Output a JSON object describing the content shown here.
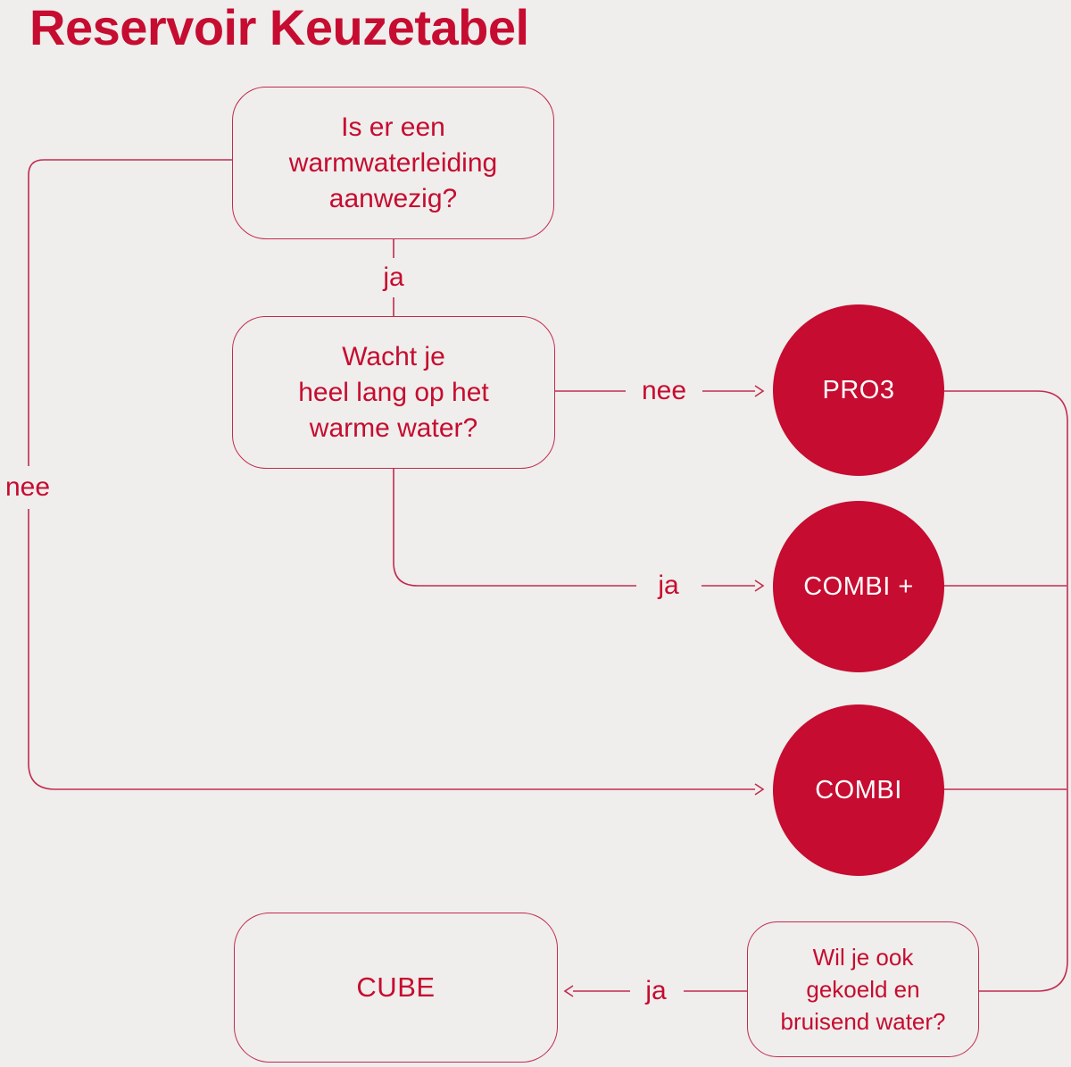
{
  "title": "Reservoir Keuzetabel",
  "colors": {
    "accent": "#C60C30",
    "line": "#C22B50",
    "background": "#EFEEEC",
    "circle_text": "#FFFFFF"
  },
  "nodes": {
    "q_warmwater": {
      "text": "Is er een\nwarmwaterleiding\naanwezig?"
    },
    "q_wachttijd": {
      "text": "Wacht je\nheel lang op het\nwarme water?"
    },
    "q_gekoeld": {
      "text": "Wil je ook\ngekoeld en\nbruisend water?"
    },
    "pro3": {
      "label": "PRO3"
    },
    "combi_plus": {
      "label": "COMBI +"
    },
    "combi": {
      "label": "COMBI"
    },
    "cube": {
      "label": "CUBE"
    }
  },
  "edge_labels": {
    "ja_warmwater": "ja",
    "nee_warmwater": "nee",
    "nee_wachttijd": "nee",
    "ja_wachttijd": "ja",
    "ja_gekoeld": "ja"
  }
}
